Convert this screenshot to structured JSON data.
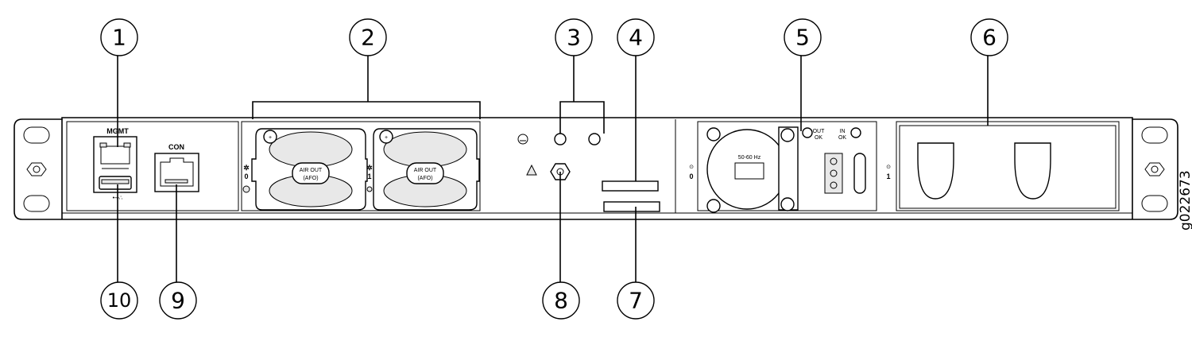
{
  "figure_id": "g022673",
  "callouts": [
    {
      "num": "1"
    },
    {
      "num": "2"
    },
    {
      "num": "3"
    },
    {
      "num": "4"
    },
    {
      "num": "5"
    },
    {
      "num": "6"
    },
    {
      "num": "7"
    },
    {
      "num": "8"
    },
    {
      "num": "9"
    },
    {
      "num": "10"
    }
  ],
  "ports": {
    "mgmt_label": "MGMT",
    "con_label": "CON"
  },
  "fans": [
    {
      "slot": "0",
      "label_line1": "AIR OUT",
      "label_line2": "(AFO)"
    },
    {
      "slot": "1",
      "label_line1": "AIR OUT",
      "label_line2": "(AFO)"
    }
  ],
  "psu": {
    "slot0": "0",
    "slot1": "1",
    "fan_label": "50-60 Hz",
    "out_ok": [
      "OUT",
      "OK"
    ],
    "in_ok": [
      "IN",
      "OK"
    ]
  }
}
